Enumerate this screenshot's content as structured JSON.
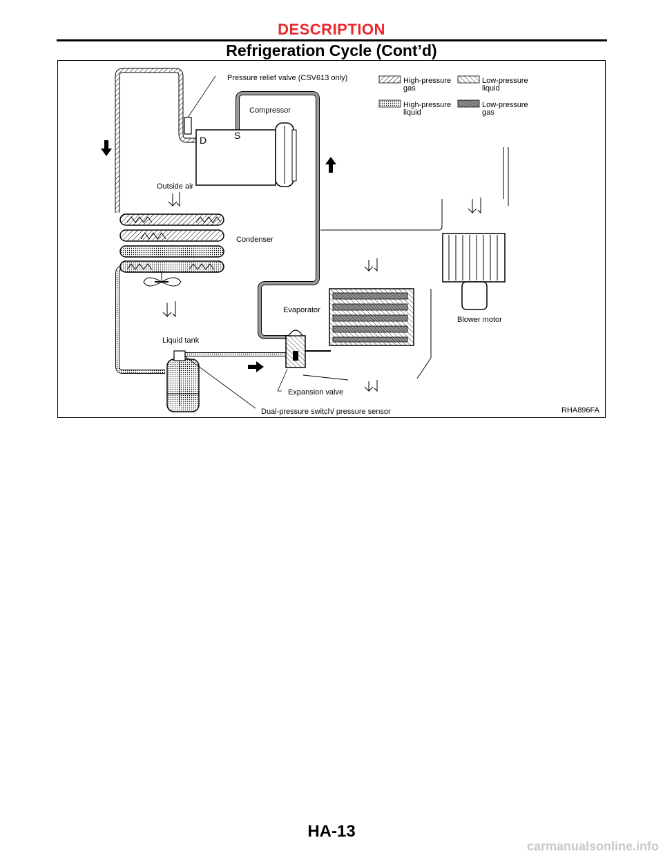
{
  "header": {
    "section": "DESCRIPTION",
    "title": "Refrigeration Cycle (Cont’d)"
  },
  "figure": {
    "labels": {
      "relief_valve": "Pressure relief valve (CSV613 only)",
      "compressor": "Compressor",
      "discharge": "D",
      "suction": "S",
      "outside_air": "Outside air",
      "condenser": "Condenser",
      "evaporator": "Evaporator",
      "blower_motor": "Blower motor",
      "liquid_tank": "Liquid tank",
      "expansion_valve": "Expansion valve",
      "dual_pressure": "Dual-pressure switch/ pressure sensor"
    },
    "legend": [
      {
        "line1": "High-pressure",
        "line2": "gas"
      },
      {
        "line1": "Low-pressure",
        "line2": "liquid"
      },
      {
        "line1": "High-pressure",
        "line2": "liquid"
      },
      {
        "line1": "Low-pressure",
        "line2": "gas"
      }
    ],
    "code": "RHA896FA"
  },
  "footer": {
    "page": "HA-13",
    "watermark": "carmanualsonline.info"
  }
}
